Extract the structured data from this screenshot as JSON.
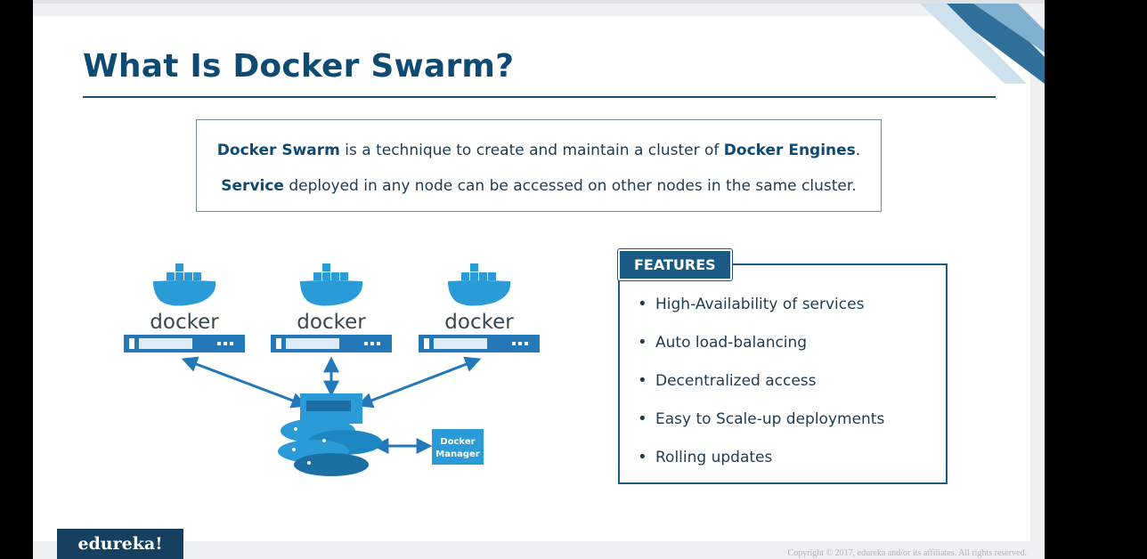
{
  "slide": {
    "title": "What Is Docker Swarm?",
    "definition": {
      "line1": {
        "strong_a": "Docker Swarm",
        "mid": " is a technique to create and maintain a cluster of ",
        "strong_b": "Docker Engines",
        "end": "."
      },
      "line2": {
        "strong_a": "Service",
        "rest": " deployed in any node can be accessed on other nodes in the same cluster."
      }
    },
    "diagram": {
      "engine_label": "docker",
      "manager_label_line1": "Docker",
      "manager_label_line2": "Manager"
    },
    "features": {
      "heading": "FEATURES",
      "items": [
        "High-Availability of services",
        "Auto load-balancing",
        "Decentralized access",
        "Easy to Scale-up deployments",
        "Rolling updates"
      ]
    },
    "footer": {
      "logo": "edureka!",
      "copyright": "Copyright © 2017, edureka and/or its affiliates. All rights reserved."
    }
  },
  "colors": {
    "title": "#0f4a73",
    "accent": "#1c5a86",
    "docker_blue": "#2a9bd6",
    "server_blue": "#2478b8"
  }
}
